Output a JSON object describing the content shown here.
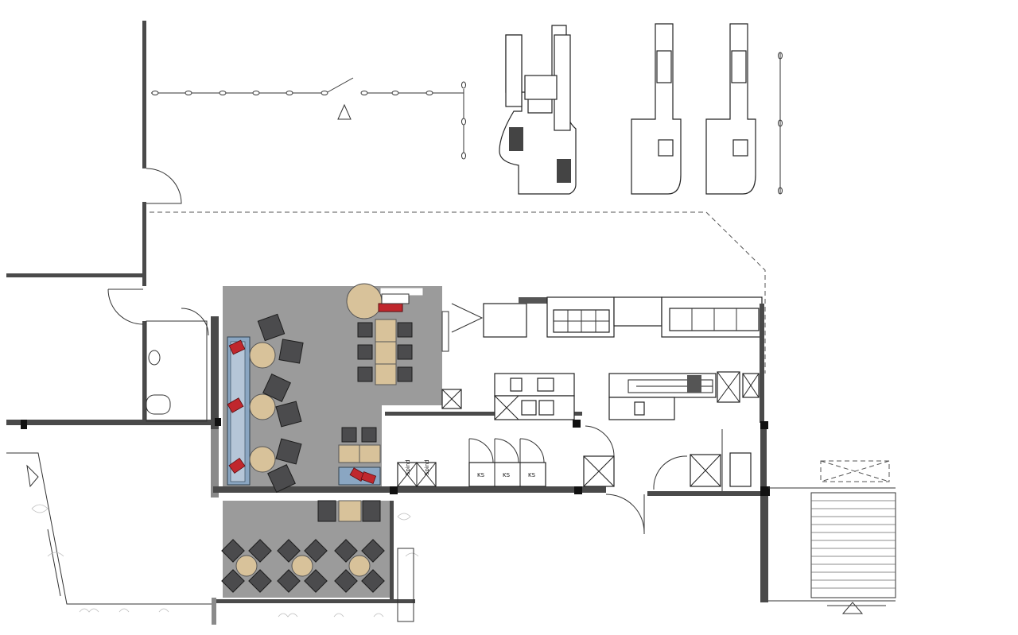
{
  "diagram": {
    "kind": "floor-plan",
    "labels": {
      "ks": "KS",
      "spind": "Spind"
    },
    "colors": {
      "floor": "#9b9b9b",
      "wall": "#4a4a4a",
      "table": "#d8c29a",
      "chair": "#4b4b4d",
      "bench": "#8aa6c2",
      "cushion": "#c0272d"
    }
  }
}
